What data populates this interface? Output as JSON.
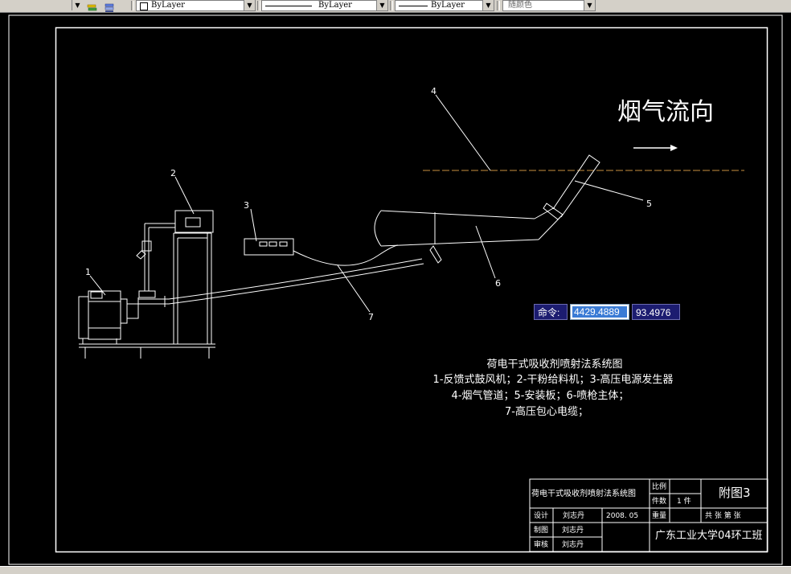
{
  "toolbar": {
    "linetype1": "ByLayer",
    "linetype2": "ByLayer",
    "lineweight": "ByLayer",
    "plotstyle": "随颜色"
  },
  "drawing": {
    "flow_label": "烟气流向",
    "callouts": [
      "1",
      "2",
      "3",
      "4",
      "5",
      "6",
      "7"
    ],
    "caption": {
      "title": "荷电干式吸收剂喷射法系统图",
      "line1": "1-反馈式鼓风机；2-干粉给料机；3-高压电源发生器",
      "line2": "4-烟气管道；5-安装板；6-喷枪主体；",
      "line3": "7-高压包心电缆；"
    },
    "title_block": {
      "drawing_name": "荷电干式吸收剂喷射法系统图",
      "scale_label": "比例",
      "qty_label": "件数",
      "qty_value": "1 件",
      "figure_no": "附图3",
      "designer_label": "设计",
      "designer": "刘志丹",
      "date": "2008. 05",
      "weight_label": "重量",
      "sheets": "共  张  第  张",
      "drafter_label": "制图",
      "drafter": "刘志丹",
      "reviewer_label": "审核",
      "reviewer": "刘志丹",
      "org": "广东工业大学04环工班"
    }
  },
  "dynamic_input": {
    "prompt": "命令:",
    "x_value": "4429.4889",
    "y_value": "93.4976"
  }
}
